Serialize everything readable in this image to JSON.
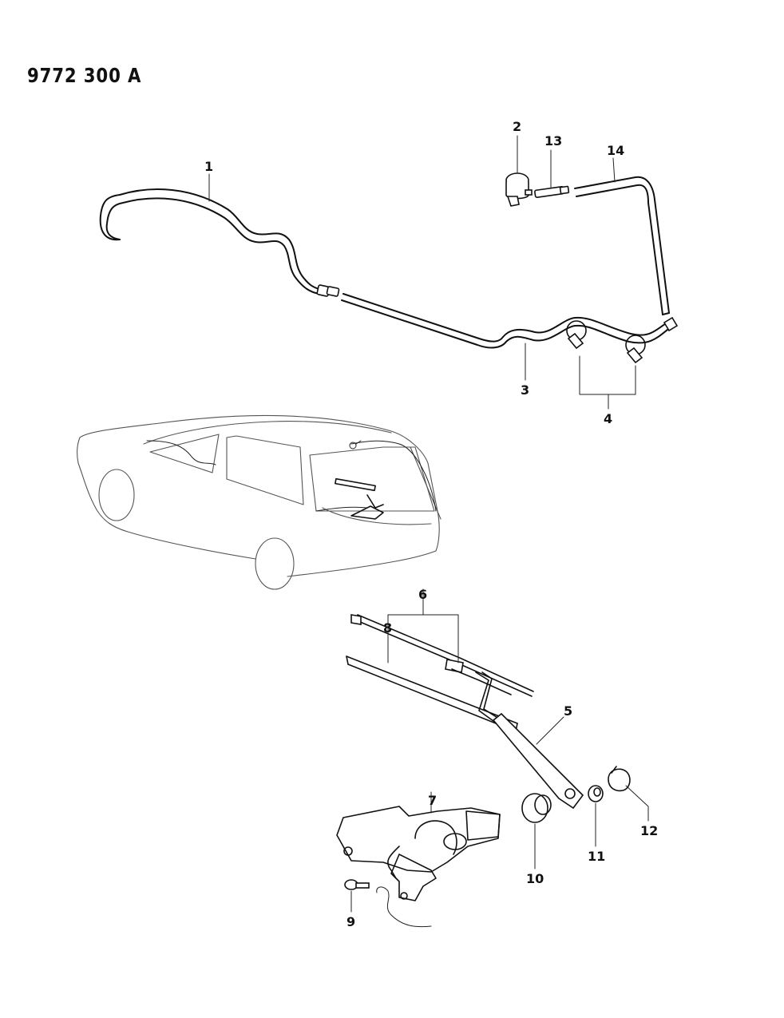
{
  "document_id": "9772 300 A",
  "callouts": [
    "1",
    "2",
    "3",
    "4",
    "5",
    "6",
    "7",
    "8",
    "9",
    "10",
    "11",
    "12",
    "13",
    "14"
  ],
  "colors": {
    "line": "#111111",
    "background": "#ffffff",
    "car_outline": "#555555"
  }
}
